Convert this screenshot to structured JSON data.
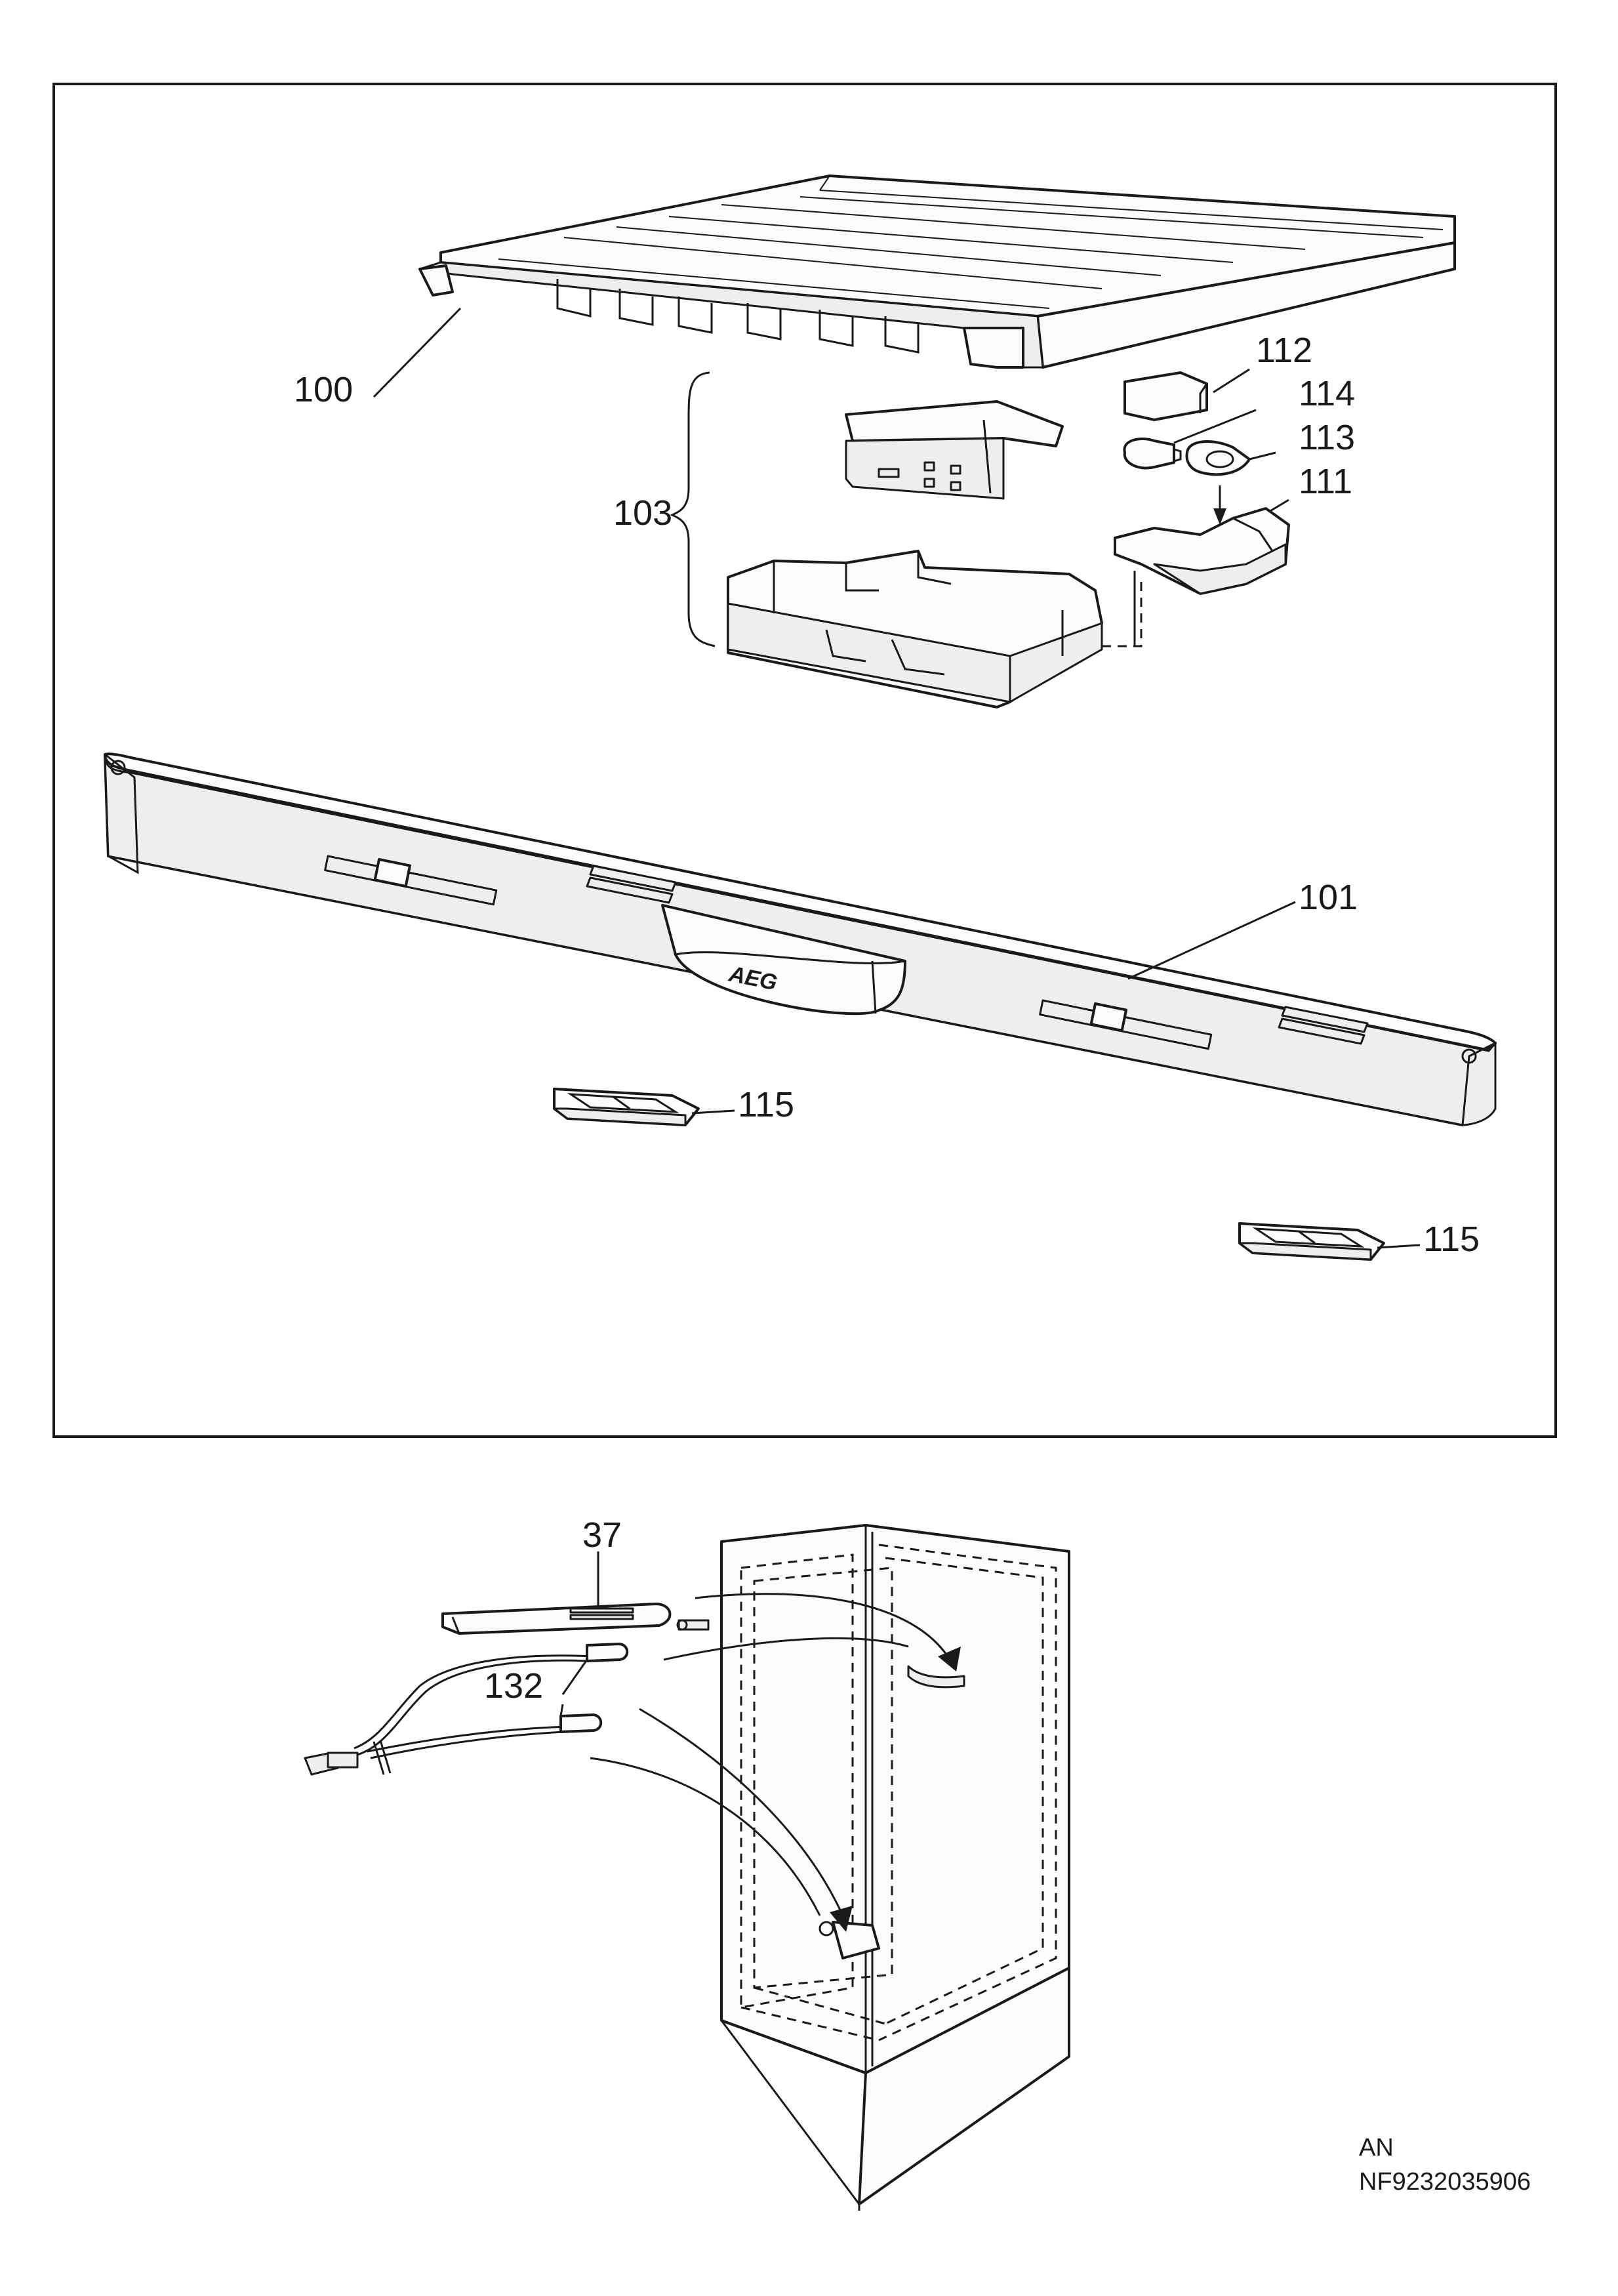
{
  "callouts": {
    "c100": "100",
    "c101": "101",
    "c103": "103",
    "c111": "111",
    "c112": "112",
    "c113": "113",
    "c114": "114",
    "c115a": "115",
    "c115b": "115",
    "c37": "37",
    "c132": "132"
  },
  "brand_logo_text": "AEG",
  "footer": {
    "variant": "AN",
    "part_code": "NF9232035906"
  }
}
